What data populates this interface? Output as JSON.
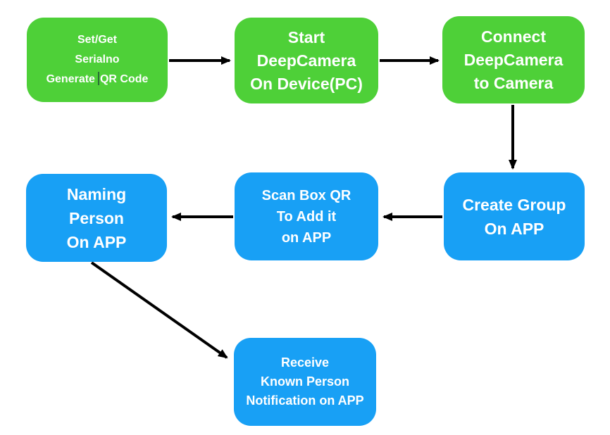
{
  "diagram": {
    "colors": {
      "node_green": "#4ED038",
      "node_blue": "#18A0F5",
      "arrow": "#000000",
      "node_text": "#FFFFFF",
      "background": "#FFFFFF"
    },
    "nodes": [
      {
        "id": "set-get-serialno",
        "fill": "green",
        "lines": [
          "Set/Get",
          "Serialno"
        ],
        "cursor_line": {
          "before": "Generate",
          "after": "QR Code"
        }
      },
      {
        "id": "start-deepcamera",
        "fill": "green",
        "lines": [
          "Start",
          "DeepCamera",
          "On Device(PC)"
        ]
      },
      {
        "id": "connect-deepcamera",
        "fill": "green",
        "lines": [
          "Connect",
          "DeepCamera",
          "to Camera"
        ]
      },
      {
        "id": "naming-person",
        "fill": "blue",
        "lines": [
          "Naming",
          "Person",
          "On APP"
        ]
      },
      {
        "id": "scan-box-qr",
        "fill": "blue",
        "lines": [
          "Scan Box QR",
          "To Add it",
          "on APP"
        ]
      },
      {
        "id": "create-group",
        "fill": "blue",
        "lines": [
          "Create Group",
          "On APP"
        ]
      },
      {
        "id": "receive-notification",
        "fill": "blue",
        "lines": [
          "Receive",
          "Known Person",
          "Notification on APP"
        ]
      }
    ],
    "edges": [
      {
        "from": "set-get-serialno",
        "to": "start-deepcamera",
        "direction": "right"
      },
      {
        "from": "start-deepcamera",
        "to": "connect-deepcamera",
        "direction": "right"
      },
      {
        "from": "connect-deepcamera",
        "to": "create-group",
        "direction": "down"
      },
      {
        "from": "create-group",
        "to": "scan-box-qr",
        "direction": "left"
      },
      {
        "from": "scan-box-qr",
        "to": "naming-person",
        "direction": "left"
      },
      {
        "from": "naming-person",
        "to": "receive-notification",
        "direction": "down-right"
      }
    ]
  }
}
